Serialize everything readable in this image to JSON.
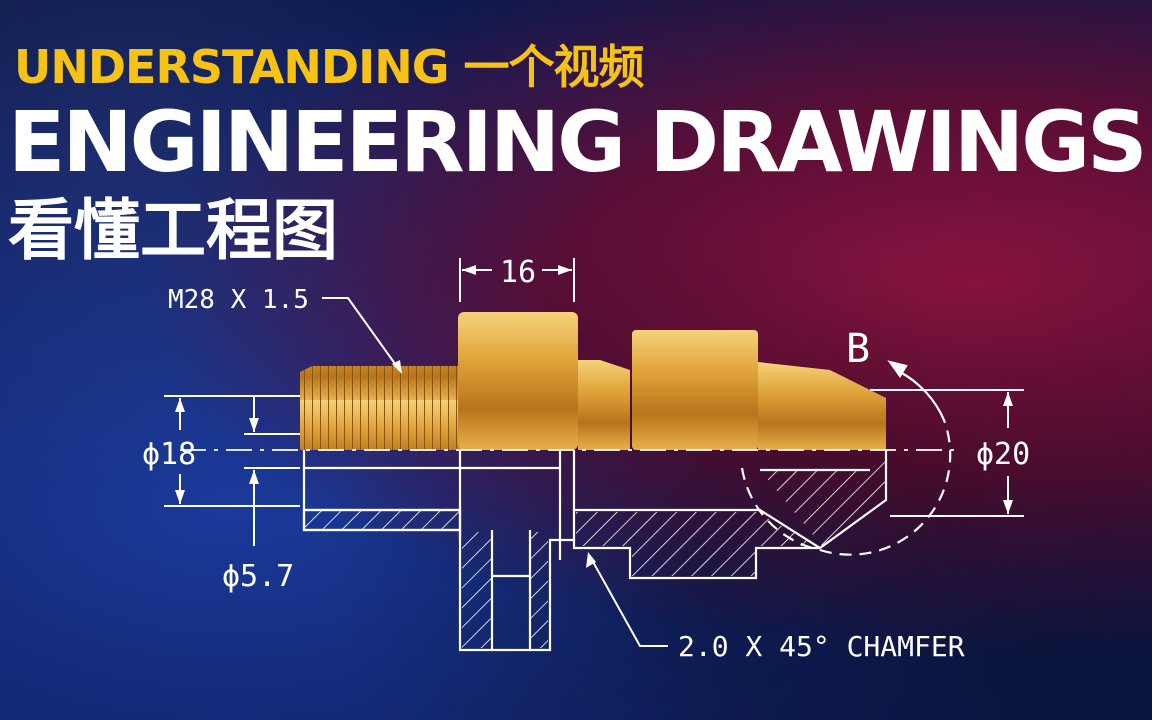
{
  "headline": {
    "line1": "UNDERSTANDING 一个视频",
    "line2": "ENGINEERING DRAWINGS",
    "line3": "看懂工程图"
  },
  "drawing": {
    "thread_callout": "M28 X 1.5",
    "dim_length": "16",
    "dim_left_dia": "ϕ18",
    "dim_bore_dia": "ϕ5.7",
    "dim_right_dia": "ϕ20",
    "detail_label": "B",
    "chamfer_callout": "2.0 X 45° CHAMFER"
  },
  "colors": {
    "headline_yellow": "#f5c215",
    "brass": "#d99a2b",
    "line": "#ffffff"
  }
}
